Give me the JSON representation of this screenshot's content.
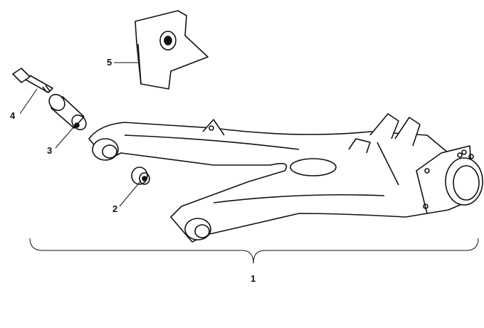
{
  "diagram": {
    "callouts": [
      {
        "number": "1",
        "part": "trailing-arm"
      },
      {
        "number": "2",
        "part": "bushing-small"
      },
      {
        "number": "3",
        "part": "bushing-sleeve"
      },
      {
        "number": "4",
        "part": "bolt"
      },
      {
        "number": "5",
        "part": "bracket-plate"
      }
    ],
    "line_color": "#111111"
  }
}
